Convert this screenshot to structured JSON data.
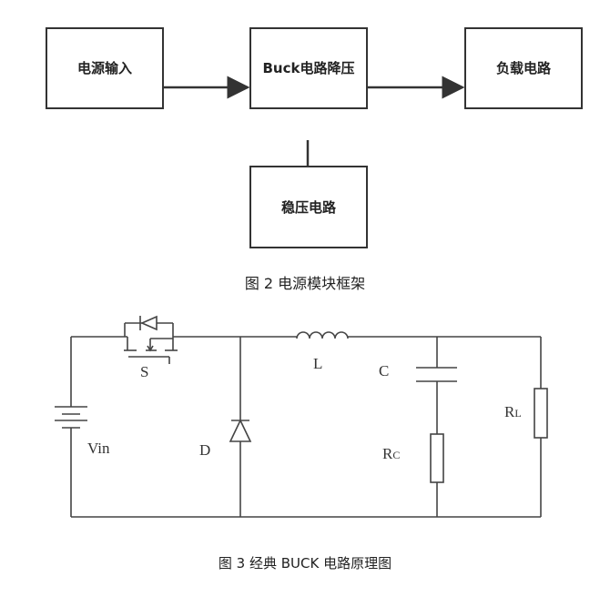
{
  "figure2": {
    "blocks": {
      "power_input": "电源输入",
      "buck": "Buck电路降压",
      "load": "负载电路",
      "regulator": "稳压电路"
    },
    "caption": "图 2 电源模块框架"
  },
  "figure3": {
    "labels": {
      "switch": "S",
      "source": "Vin",
      "diode": "D",
      "inductor": "L",
      "capacitor": "C",
      "rc_main": "R",
      "rc_sub": "C",
      "rl_main": "R",
      "rl_sub": "L"
    },
    "caption": "图 3 经典 BUCK 电路原理图"
  }
}
